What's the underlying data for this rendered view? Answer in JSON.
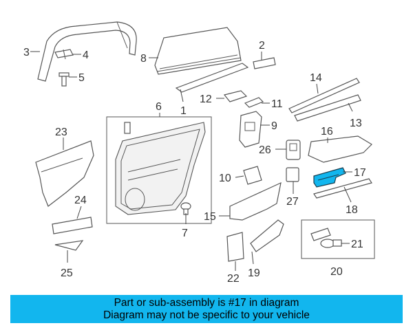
{
  "diagram": {
    "callouts": {
      "c1": "1",
      "c2": "2",
      "c3": "3",
      "c4": "4",
      "c5": "5",
      "c6": "6",
      "c7": "7",
      "c8": "8",
      "c9": "9",
      "c10": "10",
      "c11": "11",
      "c12": "12",
      "c13": "13",
      "c14": "14",
      "c15": "15",
      "c16": "16",
      "c17": "17",
      "c18": "18",
      "c19": "19",
      "c20": "20",
      "c21": "21",
      "c22": "22",
      "c23": "23",
      "c24": "24",
      "c25": "25",
      "c26": "26",
      "c27": "27"
    },
    "highlighted_part": "17",
    "highlight_color": "#12b6ee"
  },
  "caption": {
    "line1": "Part or sub-assembly is #17 in diagram",
    "line2": "Diagram may not be specific to your vehicle",
    "background": "#12b6ee"
  }
}
